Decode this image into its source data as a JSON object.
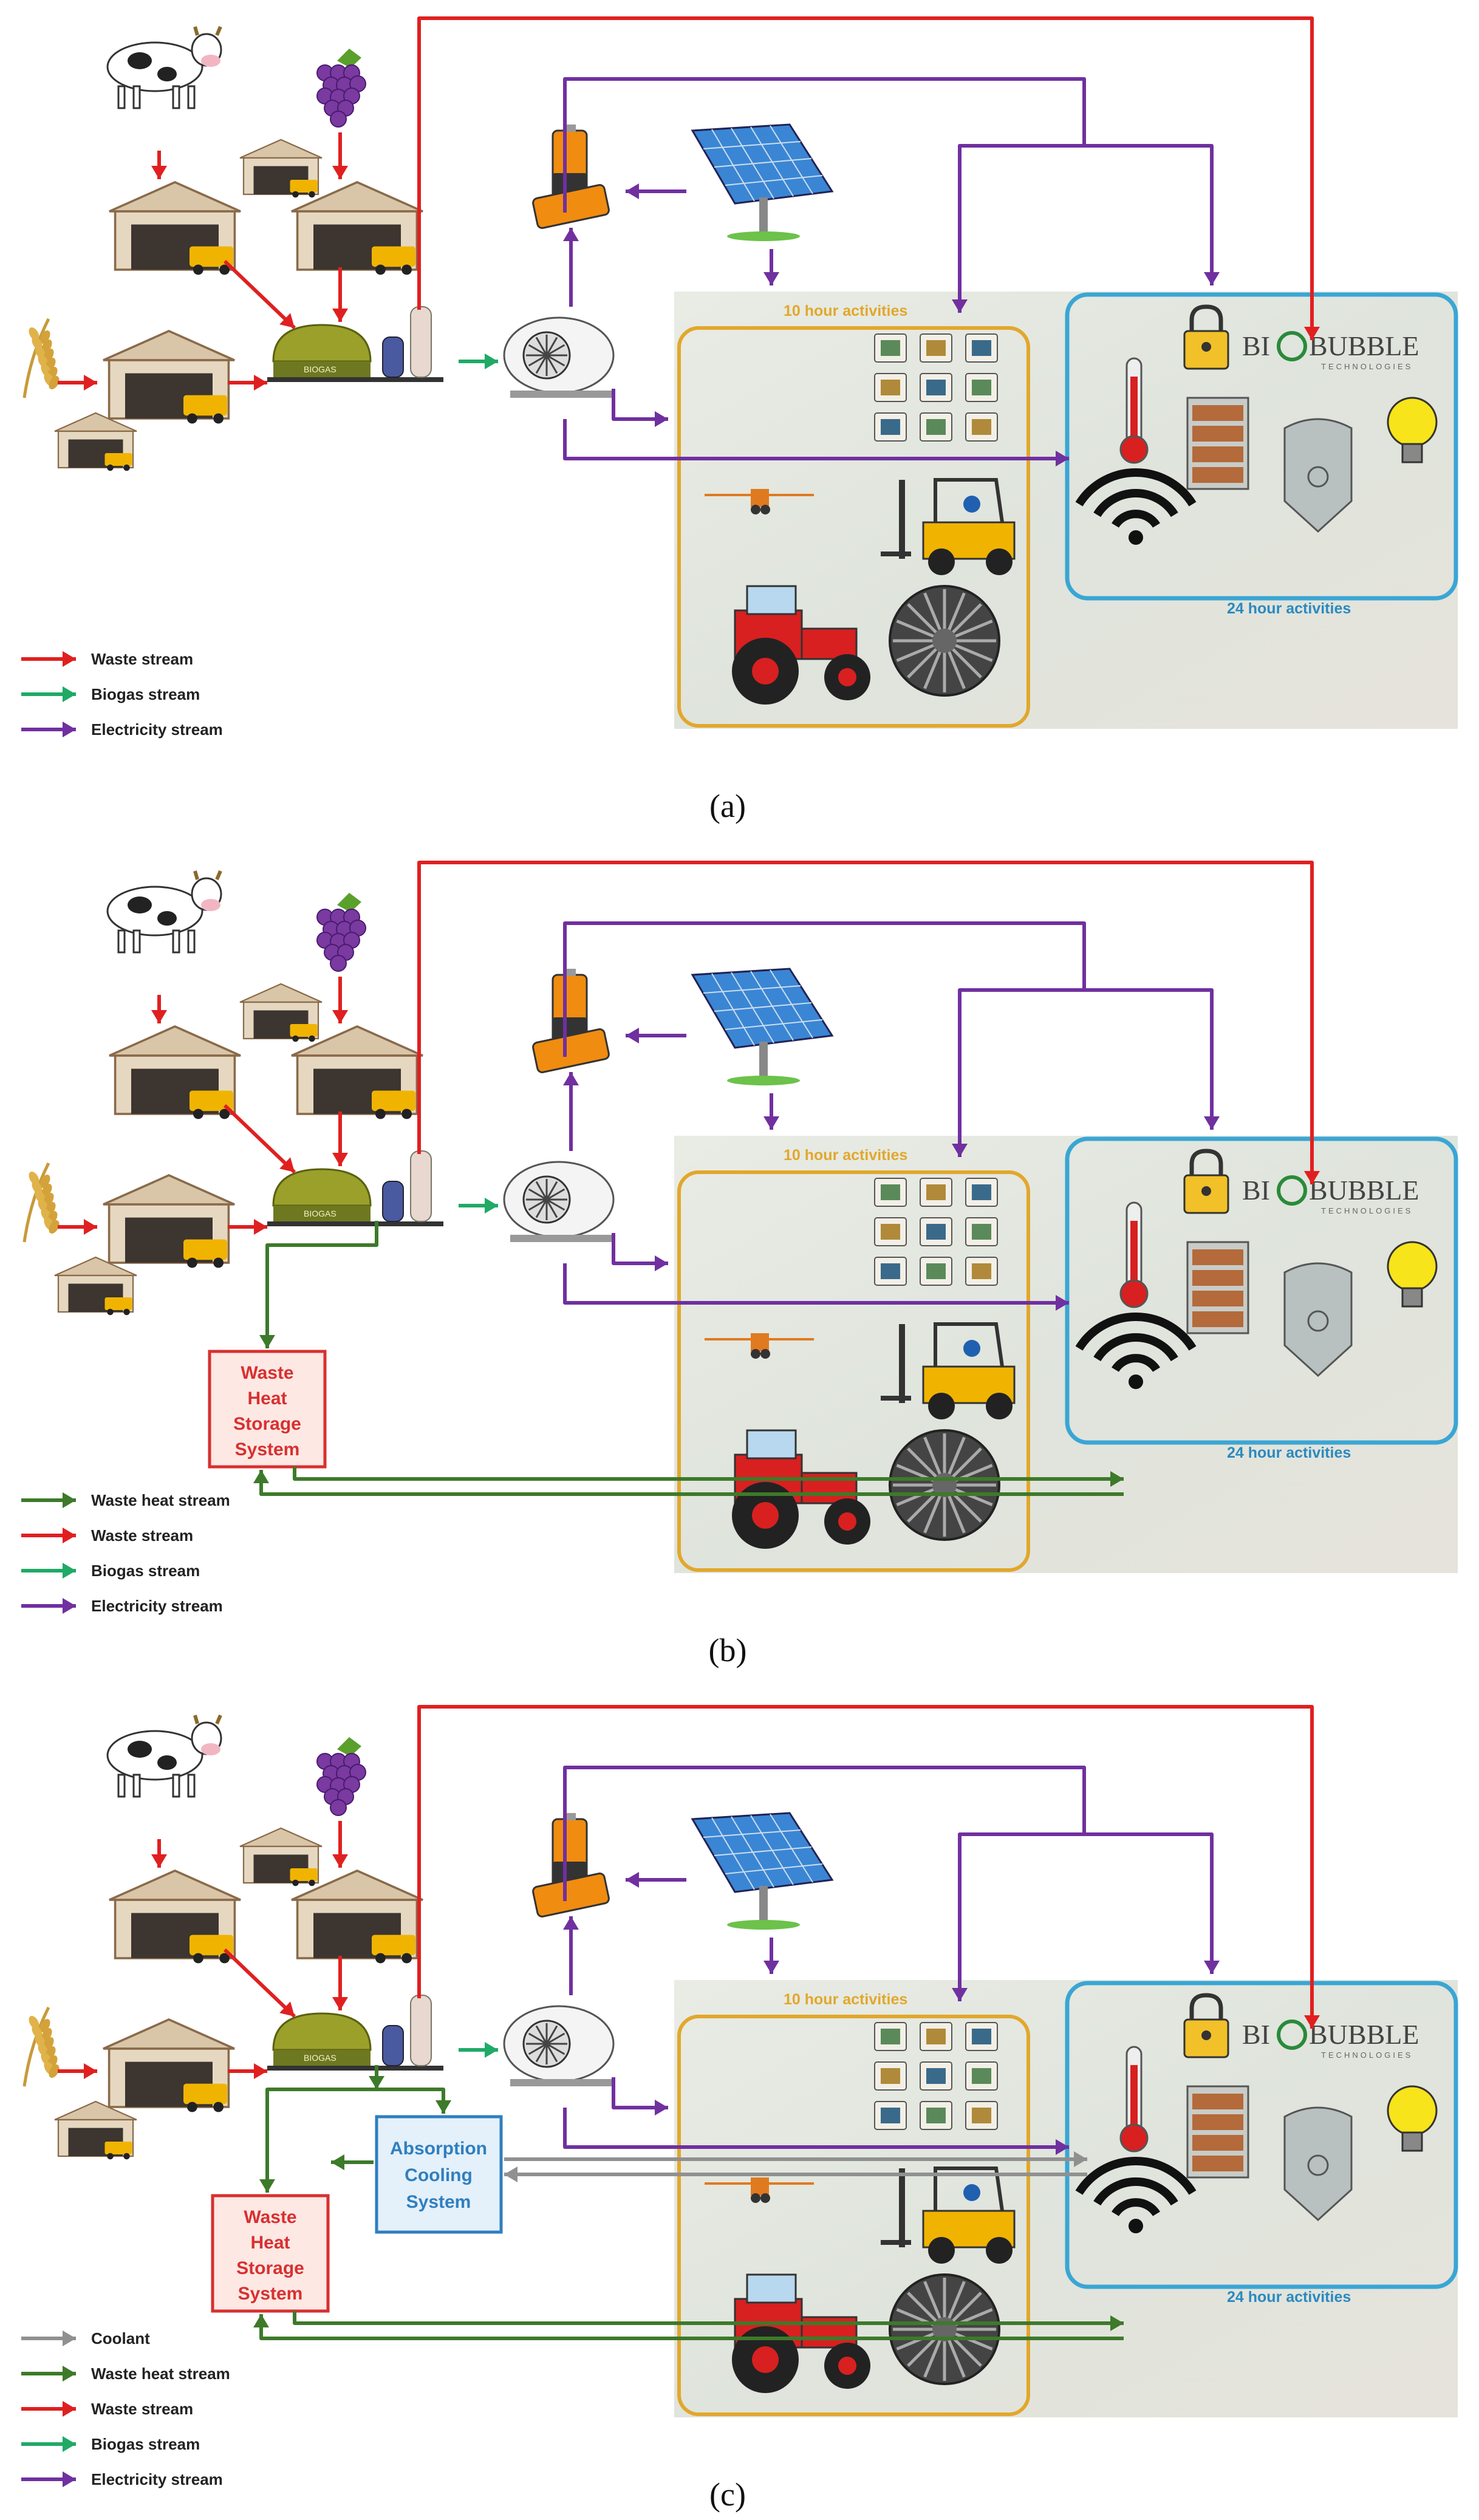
{
  "panels": [
    {
      "caption": "(a)",
      "ten_hour_label": "10 hour activities",
      "twenty_four_hour_label": "24 hour activities",
      "logo": {
        "prefix": "BI",
        "suffix": "BUBBLE",
        "sub": "TECHNOLOGIES"
      },
      "digester_label": "BIOGAS",
      "heat_box": null,
      "cooling_box": null,
      "legend": [
        {
          "label": "Waste stream",
          "color": "#e02020"
        },
        {
          "label": "Biogas stream",
          "color": "#1faa66"
        },
        {
          "label": "Electricity stream",
          "color": "#7030a0"
        }
      ]
    },
    {
      "caption": "(b)",
      "ten_hour_label": "10 hour activities",
      "twenty_four_hour_label": "24 hour activities",
      "logo": {
        "prefix": "BI",
        "suffix": "BUBBLE",
        "sub": "TECHNOLOGIES"
      },
      "digester_label": "BIOGAS",
      "heat_box": {
        "lines": [
          "Waste",
          "Heat",
          "Storage",
          "System"
        ]
      },
      "cooling_box": null,
      "legend": [
        {
          "label": "Waste heat stream",
          "color": "#3d7a2a"
        },
        {
          "label": "Waste stream",
          "color": "#e02020"
        },
        {
          "label": "Biogas stream",
          "color": "#1faa66"
        },
        {
          "label": "Electricity stream",
          "color": "#7030a0"
        }
      ]
    },
    {
      "caption": "(c)",
      "ten_hour_label": "10 hour activities",
      "twenty_four_hour_label": "24 hour activities",
      "logo": {
        "prefix": "BI",
        "suffix": "BUBBLE",
        "sub": "TECHNOLOGIES"
      },
      "digester_label": "BIOGAS",
      "heat_box": {
        "lines": [
          "Waste",
          "Heat",
          "Storage",
          "System"
        ]
      },
      "cooling_box": {
        "lines": [
          "Absorption",
          "Cooling",
          "System"
        ]
      },
      "legend": [
        {
          "label": "Coolant",
          "color": "#909090"
        },
        {
          "label": "Waste heat stream",
          "color": "#3d7a2a"
        },
        {
          "label": "Waste stream",
          "color": "#e02020"
        },
        {
          "label": "Biogas stream",
          "color": "#1faa66"
        },
        {
          "label": "Electricity stream",
          "color": "#7030a0"
        }
      ]
    }
  ],
  "colors": {
    "waste": "#e02020",
    "biogas": "#1faa66",
    "electricity": "#7030a0",
    "heat": "#3d7a2a",
    "coolant": "#909090",
    "ten_hour_border": "#e2a72c",
    "twenty_four_hour_border": "#3aa6d4",
    "heat_box_border": "#d83030",
    "cooling_box_border": "#2f7fbf"
  },
  "icons": [
    "cow-icon",
    "grapes-icon",
    "wheat-icon",
    "farm-shed-icon",
    "biogas-digester-icon",
    "gas-storage-icon",
    "generator-icon",
    "battery-icon",
    "solar-panel-icon",
    "thermometer-icon",
    "padlock-icon",
    "fridge-icon",
    "silo-icon",
    "lightbulb-icon",
    "wifi-icon",
    "tractor-icon",
    "forklift-icon",
    "fan-icon",
    "sprayer-icon",
    "machinery-grid-icon"
  ]
}
